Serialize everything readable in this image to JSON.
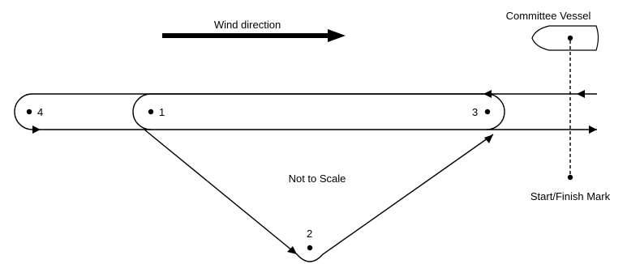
{
  "labels": {
    "wind_direction": "Wind direction",
    "committee_vessel": "Committee Vessel",
    "start_finish_mark": "Start/Finish Mark",
    "not_to_scale": "Not to Scale"
  },
  "marks": [
    {
      "id": "1",
      "label": "1"
    },
    {
      "id": "2",
      "label": "2"
    },
    {
      "id": "3",
      "label": "3"
    },
    {
      "id": "4",
      "label": "4"
    }
  ],
  "colors": {
    "stroke": "#000000",
    "background": "#ffffff"
  }
}
